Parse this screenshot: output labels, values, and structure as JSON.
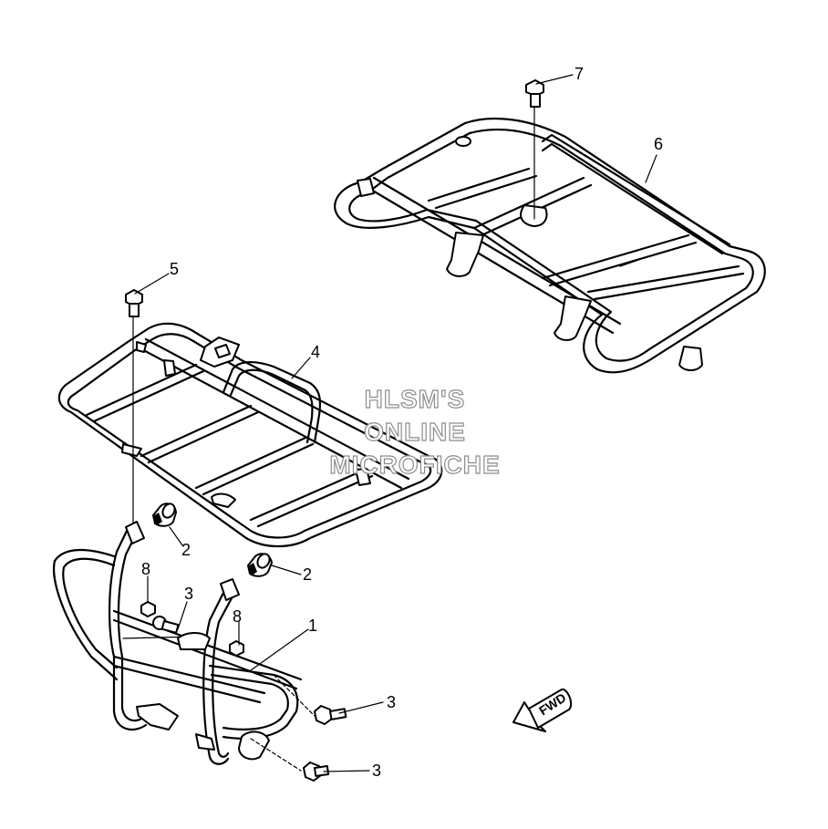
{
  "callouts": [
    {
      "id": "1",
      "label": "1"
    },
    {
      "id": "2a",
      "label": "2"
    },
    {
      "id": "2b",
      "label": "2"
    },
    {
      "id": "3a",
      "label": "3"
    },
    {
      "id": "3b",
      "label": "3"
    },
    {
      "id": "3c",
      "label": "3"
    },
    {
      "id": "4",
      "label": "4"
    },
    {
      "id": "5",
      "label": "5"
    },
    {
      "id": "6",
      "label": "6"
    },
    {
      "id": "7",
      "label": "7"
    },
    {
      "id": "8a",
      "label": "8"
    },
    {
      "id": "8b",
      "label": "8"
    }
  ],
  "watermark": {
    "line1": "HLSM'S",
    "line2": "ONLINE",
    "line3": "MICROFICHE",
    "color": "#8c8c8c"
  },
  "fwd_arrow": {
    "label": "FWD",
    "icon": "fwd-arrow-icon"
  }
}
